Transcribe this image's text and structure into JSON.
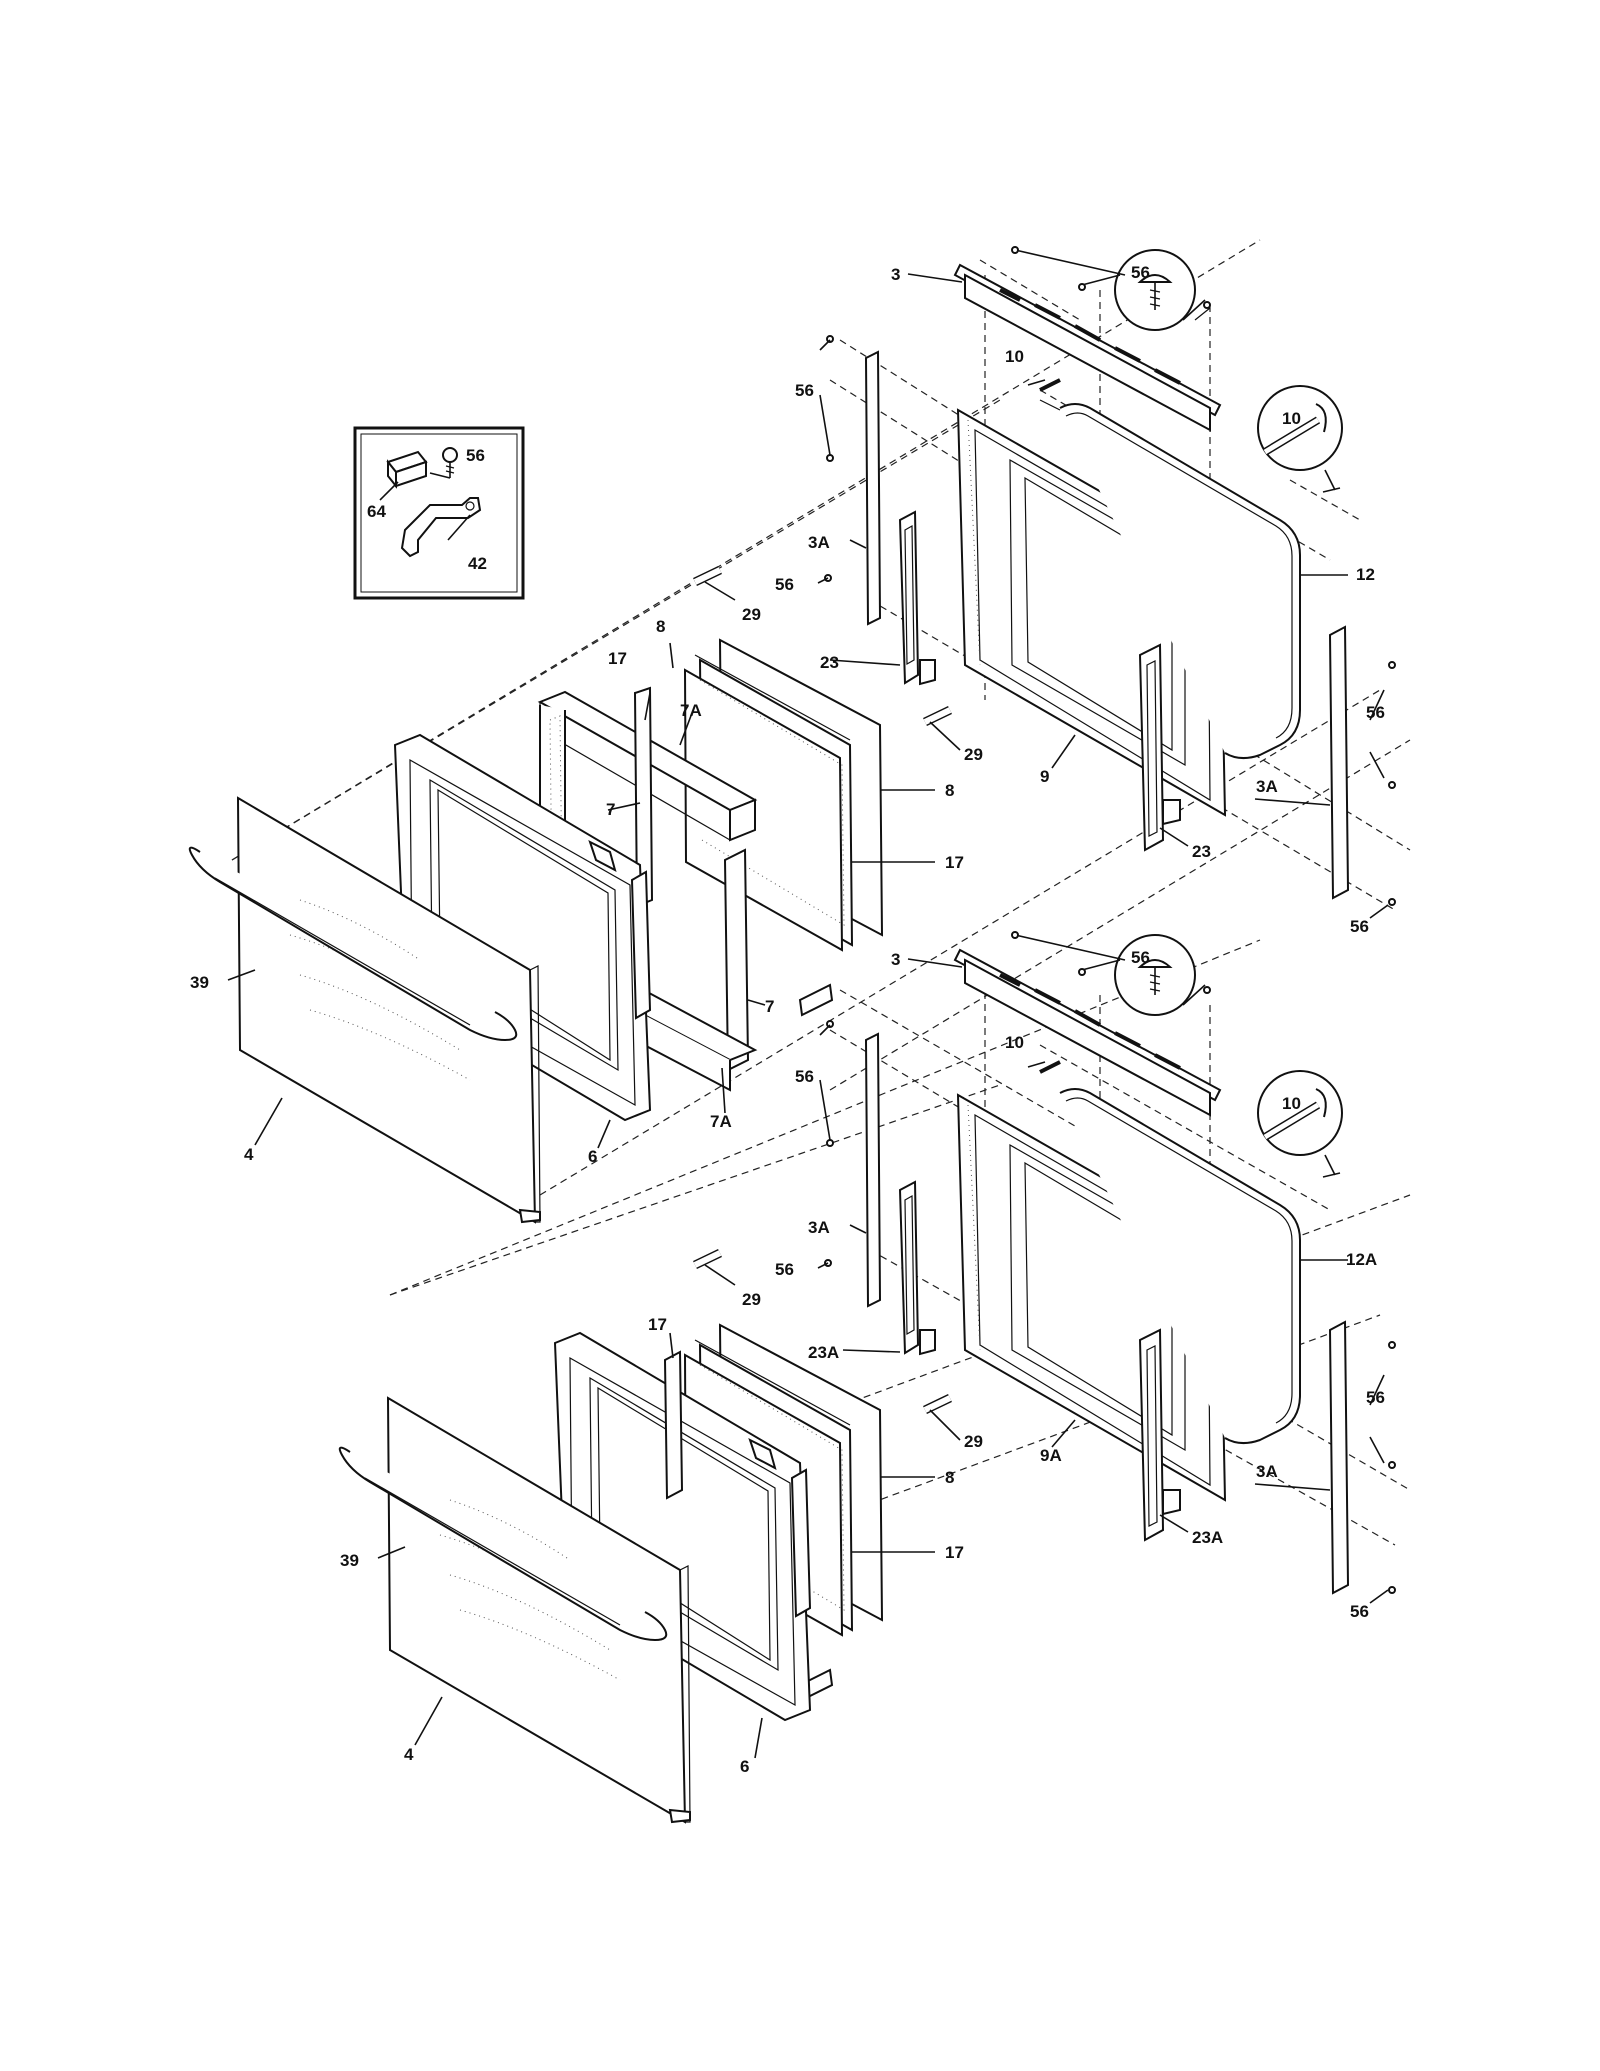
{
  "labels": {
    "inset_56": "56",
    "inset_64": "64",
    "inset_42": "42",
    "t_3": "3",
    "t_56_circle": "56",
    "t_56_a": "56",
    "t_10": "10",
    "t_10_circle": "10",
    "t_3a": "3A",
    "t_56_b": "56",
    "t_29_a": "29",
    "t_23": "23",
    "t_12": "12",
    "t_17": "17",
    "t_8": "8",
    "t_7a_a": "7A",
    "t_7_a": "7",
    "t_29_b": "29",
    "t_8_b": "8",
    "t_17_b": "17",
    "t_9": "9",
    "t_23_b": "23",
    "t_56_c": "56",
    "t_3a_b": "3A",
    "t_56_d": "56",
    "t_39": "39",
    "t_7_b": "7",
    "t_7a_b": "7A",
    "t_4": "4",
    "t_6": "6",
    "b_3": "3",
    "b_56_circle": "56",
    "b_10": "10",
    "b_10_circle": "10",
    "b_56_a": "56",
    "b_3a": "3A",
    "b_56_b": "56",
    "b_29_a": "29",
    "b_12a": "12A",
    "b_17": "17",
    "b_23a": "23A",
    "b_29_b": "29",
    "b_56_c": "56",
    "b_8": "8",
    "b_9a": "9A",
    "b_3a_b": "3A",
    "b_17_b": "17",
    "b_23a_b": "23A",
    "b_56_d": "56",
    "b_39": "39",
    "b_4": "4",
    "b_6": "6"
  }
}
